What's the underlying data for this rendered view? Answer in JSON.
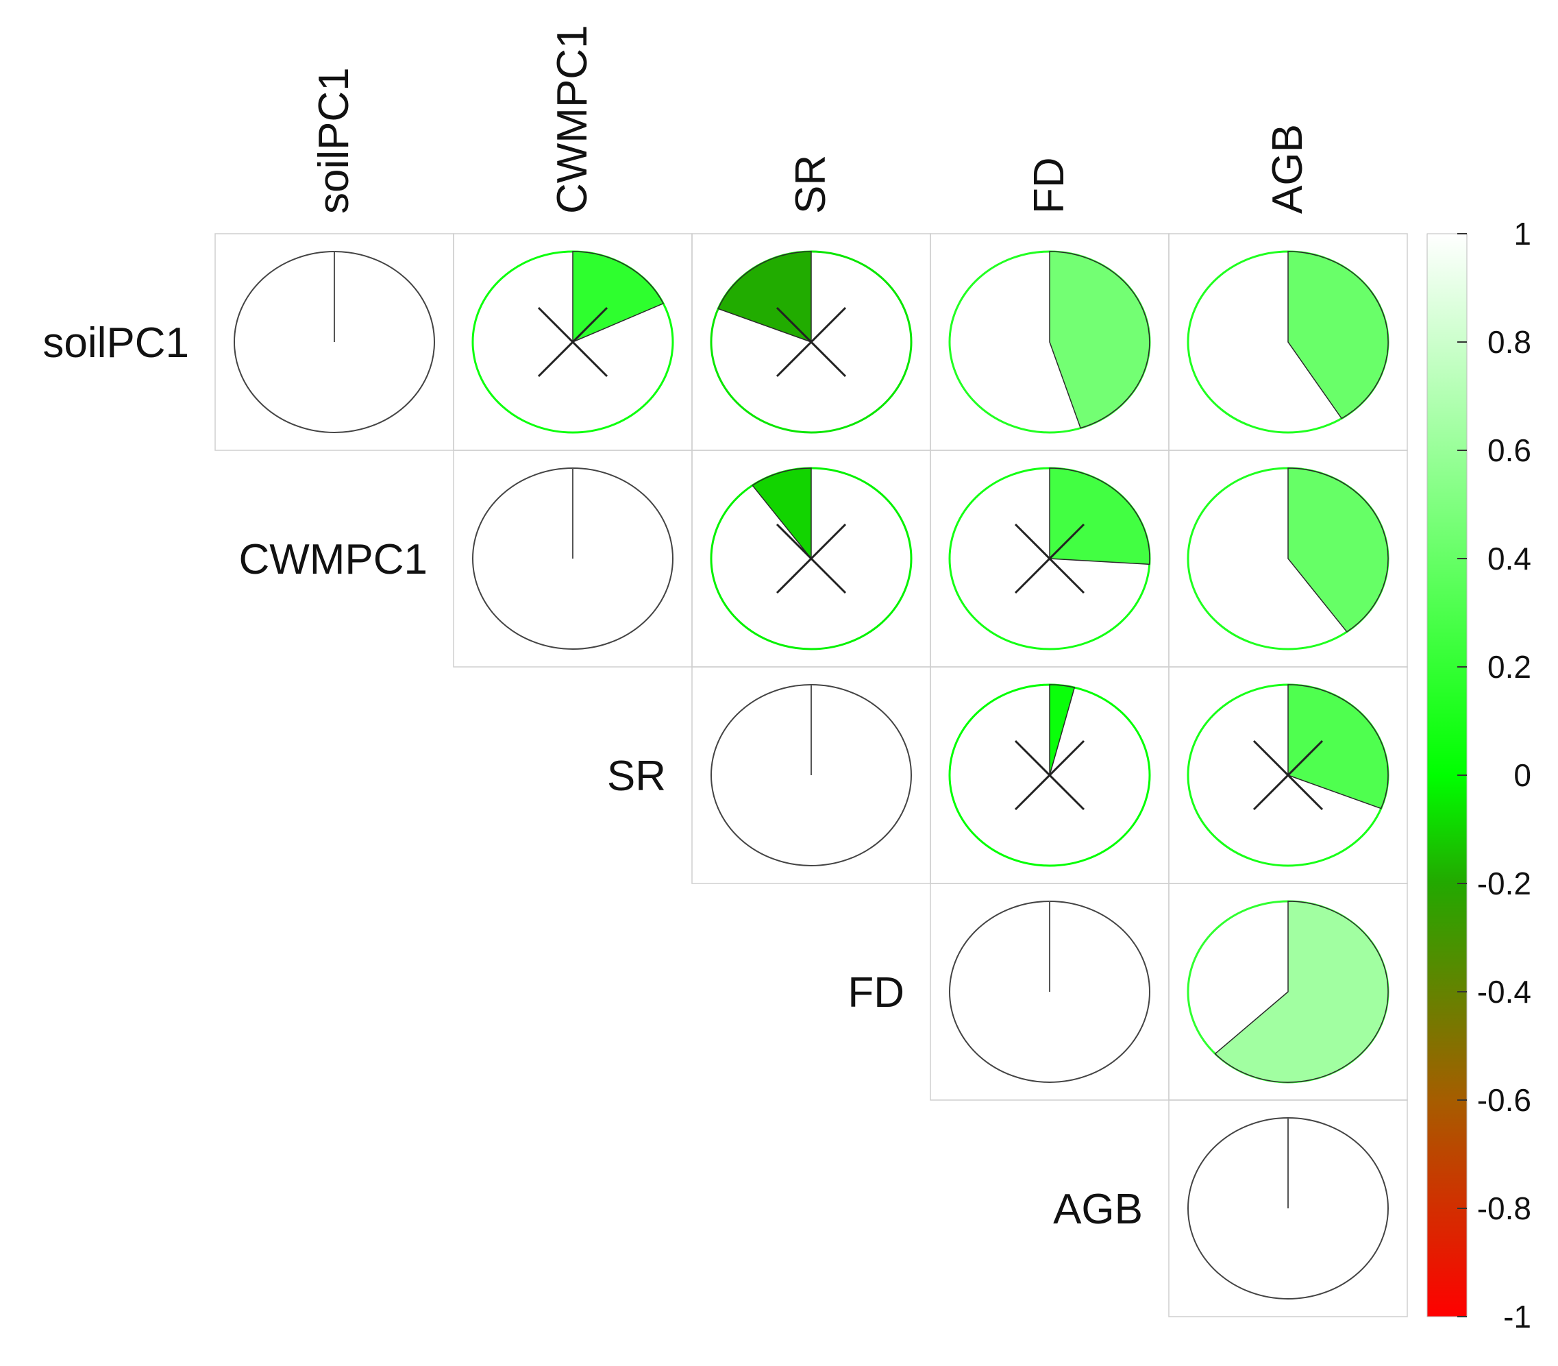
{
  "chart_data": {
    "type": "correlogram-pie",
    "variables": [
      "soilPC1",
      "CWMPC1",
      "SR",
      "FD",
      "AGB"
    ],
    "correlations": [
      {
        "row": "soilPC1",
        "col": "soilPC1",
        "value": 1,
        "significant": true
      },
      {
        "row": "soilPC1",
        "col": "CWMPC1",
        "value": 0.18,
        "significant": false
      },
      {
        "row": "soilPC1",
        "col": "SR",
        "value": -0.19,
        "significant": false
      },
      {
        "row": "soilPC1",
        "col": "FD",
        "value": 0.45,
        "significant": true
      },
      {
        "row": "soilPC1",
        "col": "AGB",
        "value": 0.41,
        "significant": true
      },
      {
        "row": "CWMPC1",
        "col": "CWMPC1",
        "value": 1,
        "significant": true
      },
      {
        "row": "CWMPC1",
        "col": "SR",
        "value": -0.1,
        "significant": false
      },
      {
        "row": "CWMPC1",
        "col": "FD",
        "value": 0.26,
        "significant": false
      },
      {
        "row": "CWMPC1",
        "col": "AGB",
        "value": 0.4,
        "significant": true
      },
      {
        "row": "SR",
        "col": "SR",
        "value": 1,
        "significant": true
      },
      {
        "row": "SR",
        "col": "FD",
        "value": 0.04,
        "significant": false
      },
      {
        "row": "SR",
        "col": "AGB",
        "value": 0.31,
        "significant": false
      },
      {
        "row": "FD",
        "col": "FD",
        "value": 1,
        "significant": true
      },
      {
        "row": "FD",
        "col": "AGB",
        "value": 0.63,
        "significant": true
      },
      {
        "row": "AGB",
        "col": "AGB",
        "value": 1,
        "significant": true
      }
    ],
    "colorbar": {
      "range": [
        -1,
        1
      ],
      "ticks": [
        "1",
        "0.8",
        "0.6",
        "0.4",
        "0.2",
        "0",
        "-0.2",
        "-0.4",
        "-0.6",
        "-0.8",
        "-1"
      ],
      "colors": {
        "-1": "#ff0000",
        "-0.6": "#a65d00",
        "-0.2": "#23a800",
        "0": "#00ff00",
        "1": "#ffffff"
      }
    }
  }
}
